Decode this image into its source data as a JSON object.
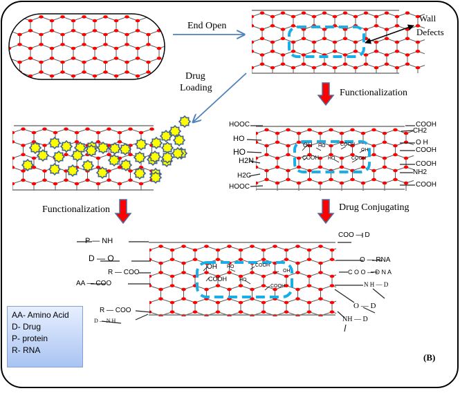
{
  "figure": {
    "panel_label": "(B)",
    "colors": {
      "atom": "#ff0000",
      "bond": "#555555",
      "defect_outline": "#1aaee6",
      "process_arrow": "#4f81bd",
      "step_arrow_fill": "#ff0000",
      "step_arrow_border": "#4f6da0",
      "drug_fill": "#ffff00",
      "drug_border": "#3f5f8f",
      "legend_bg_top": "#e7efff",
      "legend_bg_bottom": "#a9c4f2"
    },
    "steps": {
      "end_open": "End Open",
      "wall_defects_line1": "Wall",
      "wall_defects_line2": "Defects",
      "drug_loading_line1": "Drug",
      "drug_loading_line2": "Loading",
      "functionalization_right": "Functionalization",
      "functionalization_left": "Functionalization",
      "drug_conjugating": "Drug Conjugating"
    },
    "functionalized_tube": {
      "left_groups": [
        "HOOC",
        "HO",
        "HO",
        "H2N",
        "H2C",
        "HOOC"
      ],
      "right_groups": [
        "COOH",
        "CH2",
        "O H",
        "COOH",
        "COOH",
        "NH2",
        "COOH"
      ],
      "defect_groups": [
        "OH",
        "HO",
        "COOH",
        "OH",
        "COOH",
        "HO",
        "COOH"
      ]
    },
    "conjugated_tube": {
      "left_groups": [
        "P — NH",
        "D — O",
        "R — COO",
        "AA — COO",
        "R — COO",
        "D — N H"
      ],
      "right_groups": [
        "COO — D",
        "O — RNA",
        "C O O — D N A",
        "N H — D",
        "O — D",
        "NH — D"
      ],
      "defect_groups": [
        "OH",
        "HO",
        "COOH",
        "OH",
        "COOH",
        "HO",
        "COOH"
      ]
    },
    "legend": {
      "items": [
        "AA- Amino Acid",
        "D- Drug",
        "P- protein",
        "R- RNA"
      ]
    }
  }
}
